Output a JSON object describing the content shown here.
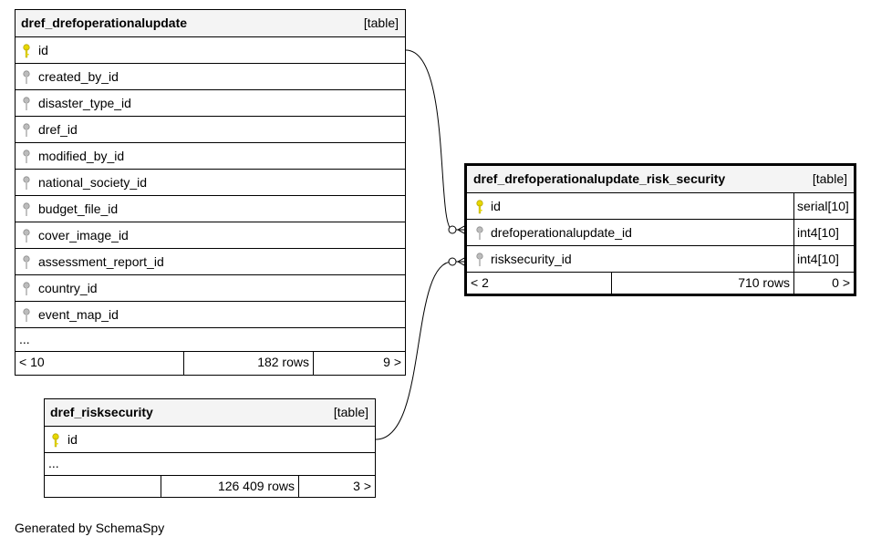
{
  "footer": "Generated by SchemaSpy",
  "tables": {
    "opupdate": {
      "name": "dref_drefoperationalupdate",
      "kind": "[table]",
      "columns": [
        "id",
        "created_by_id",
        "disaster_type_id",
        "dref_id",
        "modified_by_id",
        "national_society_id",
        "budget_file_id",
        "cover_image_id",
        "assessment_report_id",
        "country_id",
        "event_map_id"
      ],
      "more": "...",
      "stats": {
        "left": "< 10",
        "rows": "182 rows",
        "right": "9 >"
      }
    },
    "risk_security": {
      "name": "dref_drefoperationalupdate_risk_security",
      "kind": "[table]",
      "columns": [
        {
          "name": "id",
          "type": "serial[10]"
        },
        {
          "name": "drefoperationalupdate_id",
          "type": "int4[10]"
        },
        {
          "name": "risksecurity_id",
          "type": "int4[10]"
        }
      ],
      "stats": {
        "left": "< 2",
        "rows": "710 rows",
        "right": "0 >"
      }
    },
    "risksecurity": {
      "name": "dref_risksecurity",
      "kind": "[table]",
      "columns": [
        "id"
      ],
      "more": "...",
      "stats": {
        "left": "",
        "rows": "126 409 rows",
        "right": "3 >"
      }
    }
  },
  "colors": {
    "primary_key": "#e8d800",
    "foreign_key": "#a6a6a6",
    "header_bg": "#f4f4f4"
  }
}
